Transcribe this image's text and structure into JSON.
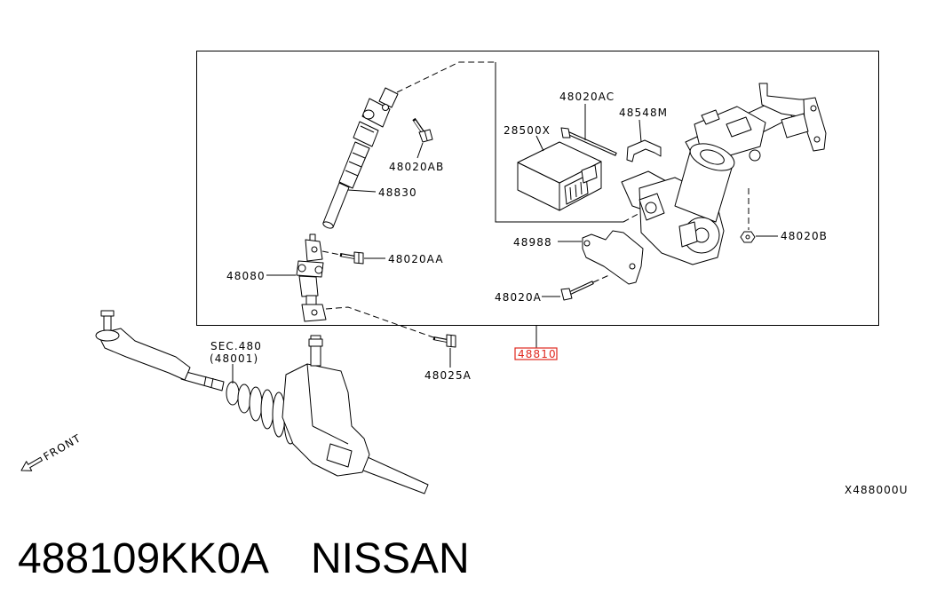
{
  "diagram": {
    "labels": {
      "upper_joint_bolt": "48020AB",
      "steering_shaft": "48830",
      "module_bolt": "48020AC",
      "module": "28500X",
      "clip": "48548M",
      "nut": "48020B",
      "bracket": "48988",
      "lower_joint": "48080",
      "lower_joint_bolt": "48020AA",
      "bracket_bolt": "48020A",
      "pinion_bolt": "48025A",
      "column_assembly": "48810"
    },
    "section_ref": {
      "title": "SEC.480",
      "code": "(48001)"
    },
    "front_label": "FRONT",
    "figure_code": "X488000U"
  },
  "caption": {
    "part_number": "488109KK0A",
    "brand": "NISSAN"
  },
  "colors": {
    "line": "#000000",
    "highlight": "#e0281e",
    "background": "#ffffff"
  }
}
